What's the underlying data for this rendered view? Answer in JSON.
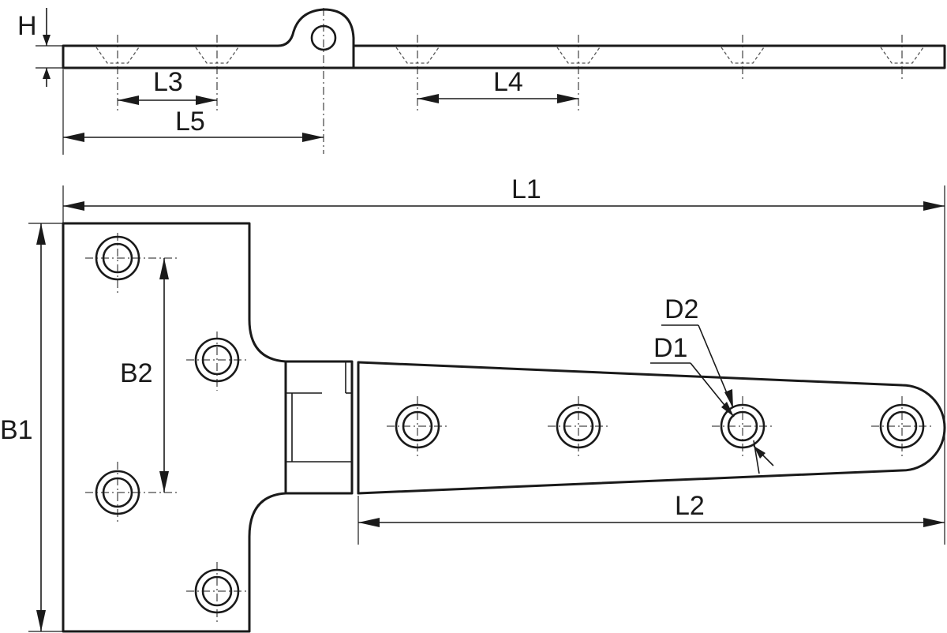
{
  "labels": {
    "H": "H",
    "L3": "L3",
    "L5": "L5",
    "L4": "L4",
    "L1": "L1",
    "B1": "B1",
    "B2": "B2",
    "D2": "D2",
    "D1": "D1",
    "L2": "L2"
  },
  "colors": {
    "line": "#1a1a1a",
    "background": "#ffffff"
  }
}
